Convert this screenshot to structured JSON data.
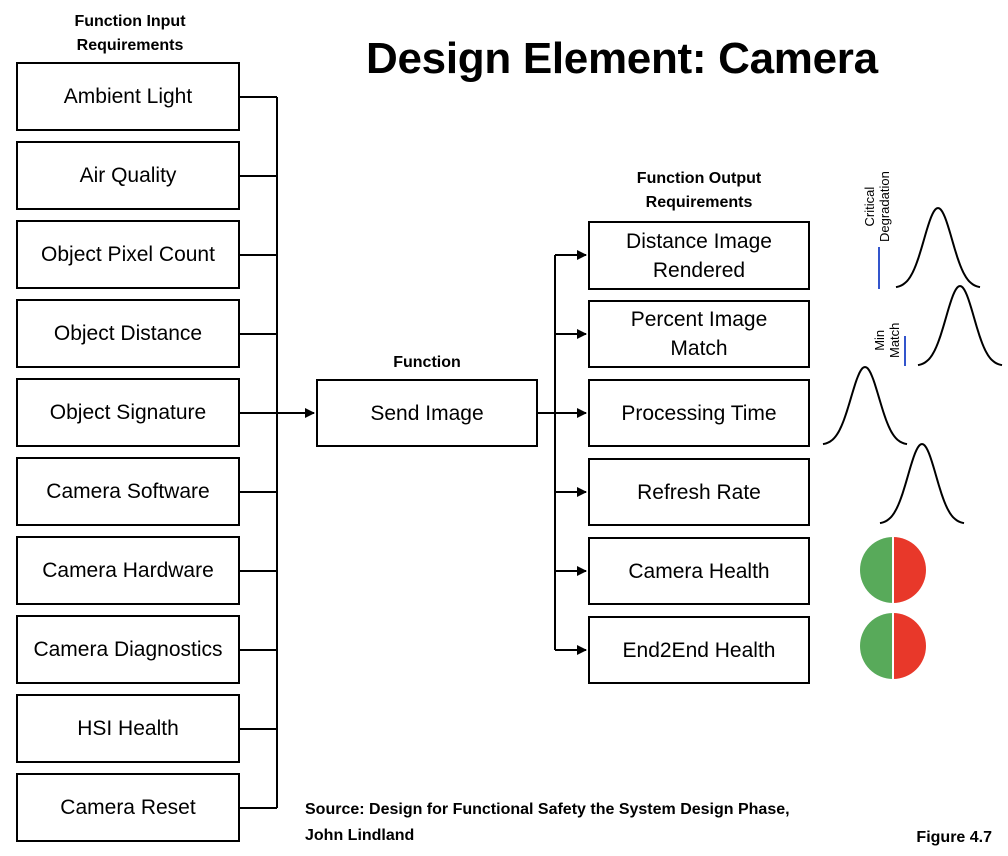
{
  "title": "Design Element: Camera",
  "input_header": [
    "Function Input",
    "Requirements"
  ],
  "inputs": [
    "Ambient Light",
    "Air Quality",
    "Object Pixel Count",
    "Object Distance",
    "Object Signature",
    "Camera Software",
    "Camera Hardware",
    "Camera Diagnostics",
    "HSI Health",
    "Camera Reset"
  ],
  "function_header": "Function",
  "function_name": "Send Image",
  "output_header": [
    "Function Output",
    "Requirements"
  ],
  "outputs": [
    [
      "Distance Image",
      "Rendered"
    ],
    [
      "Percent Image",
      "Match"
    ],
    [
      "Processing Time"
    ],
    [
      "Refresh Rate"
    ],
    [
      "Camera Health"
    ],
    [
      "End2End Health"
    ]
  ],
  "curve_labels": {
    "distance": [
      "Critical",
      "Degradation"
    ],
    "match": [
      "Min",
      "Match"
    ]
  },
  "status_colors": {
    "good": "#58aa5a",
    "bad": "#e8382a",
    "threshold_line": "#3355cc"
  },
  "source": [
    "Source: Design for Functional Safety the System Design Phase,",
    "John Lindland"
  ],
  "figure": "Figure 4.7"
}
